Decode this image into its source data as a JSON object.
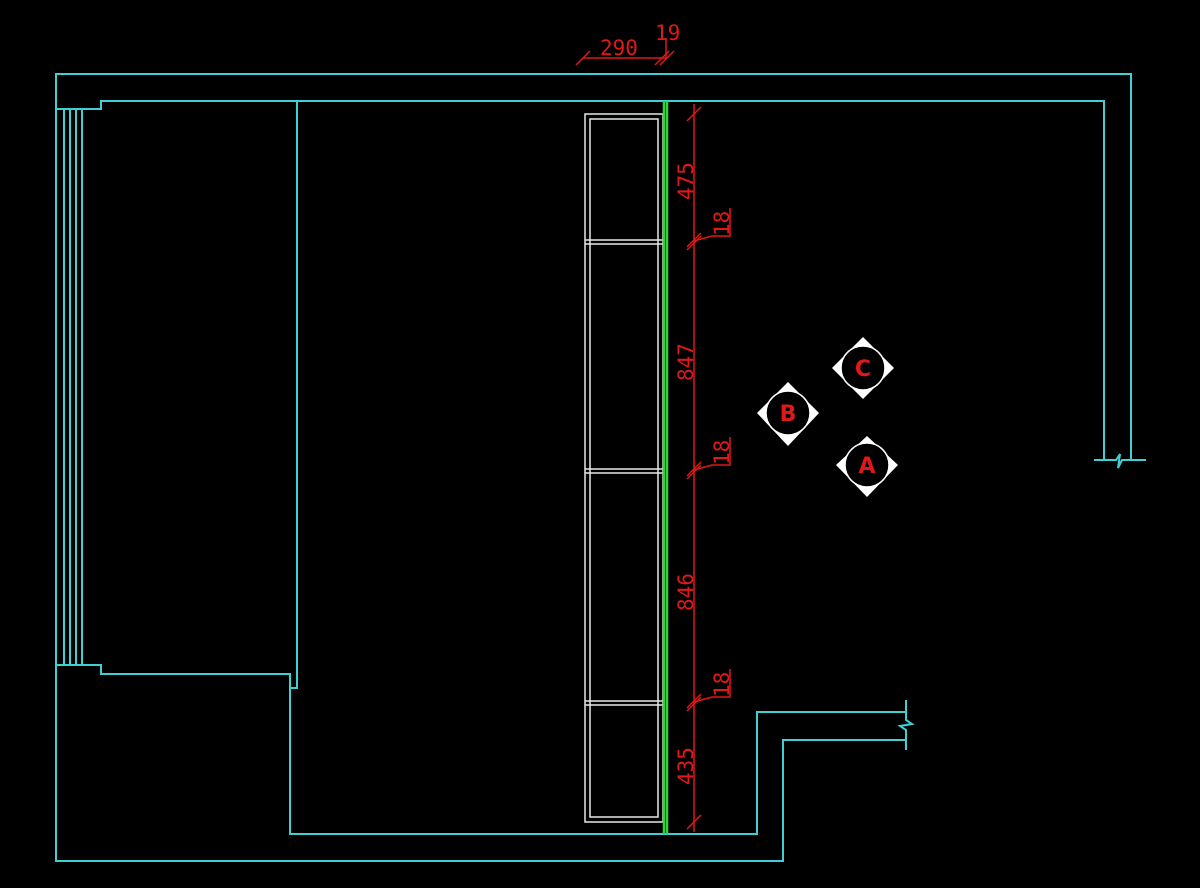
{
  "colors": {
    "background": "#000000",
    "walls": "#3fd0d4",
    "cabinet": "#e8e8e8",
    "back_panel": "#35d33a",
    "dimensions": "#e01818",
    "markers": "#ffffff"
  },
  "dimensions": {
    "top_depth": "290",
    "top_thickness": "19",
    "segments": [
      {
        "value": "475"
      },
      {
        "value": "18"
      },
      {
        "value": "847"
      },
      {
        "value": "18"
      },
      {
        "value": "846"
      },
      {
        "value": "18"
      },
      {
        "value": "435"
      }
    ]
  },
  "view_markers": [
    {
      "label": "A",
      "pointer": "down-left-right"
    },
    {
      "label": "B",
      "pointer": "left-up-down"
    },
    {
      "label": "C",
      "pointer": "up-left-right"
    }
  ]
}
